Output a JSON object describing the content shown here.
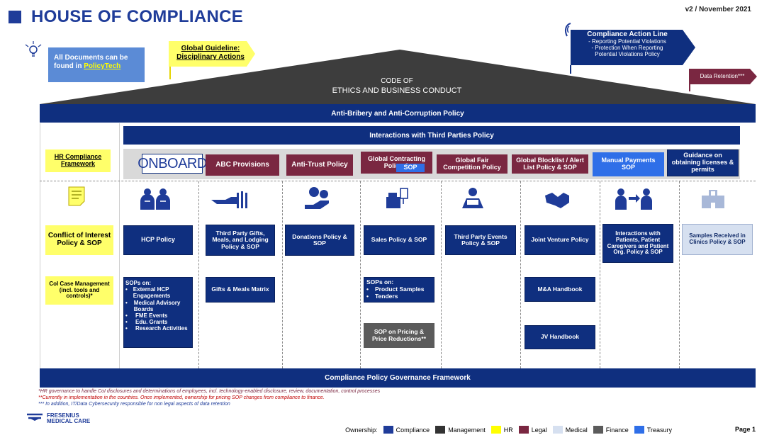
{
  "header": {
    "title": "HOUSE OF COMPLIANCE",
    "version": "v2 / November 2021"
  },
  "callouts": {
    "documents_text": "All Documents can be found in ",
    "documents_link": "PolicyTech",
    "global_guideline_line1": "Global Guideline:",
    "global_guideline_line2": "Disciplinary Actions",
    "action_line_title": "Compliance Action Line",
    "action_line_item1": "- Reporting Potential Violations",
    "action_line_item2": "- Protection When Reporting",
    "action_line_item3": "Potential Violations Policy",
    "data_retention": "Data Retention***"
  },
  "roof": {
    "line1": "CODE OF",
    "line2": "ETHICS AND BUSINESS CONDUCT"
  },
  "bands": {
    "anti_bribery": "Anti-Bribery and Anti-Corruption Policy",
    "third_parties": "Interactions with Third Parties Policy",
    "governance": "Compliance Policy Governance Framework"
  },
  "row_headers": {
    "hr_framework_line1": "HR Compliance",
    "hr_framework_line2": "Framework",
    "onboard_logo": "ONBOARD",
    "abc": "ABC Provisions",
    "antitrust": "Anti-Trust Policy",
    "global_contracting": "Global Contracting Policy &",
    "global_contracting_sop": "SOP",
    "fair_competition": "Global Fair Competition Policy",
    "blocklist": "Global Blocklist / Alert List Policy & SOP",
    "manual_payments": "Manual Payments SOP",
    "licenses": "Guidance on obtaining licenses & permits"
  },
  "pillars": {
    "conflict_of_interest": "Conflict of Interest Policy & SOP",
    "coi_case_mgmt": "CoI Case Management (incl. tools and controls)*",
    "hcp_policy": "HCP Policy",
    "hcp_sops_title": "SOPs on:",
    "hcp_sops": [
      "External HCP Engagements",
      "Medical Advisory Boards",
      "FME Events",
      "Edu. Grants",
      "Research Activities"
    ],
    "third_party_gifts": "Third Party Gifts, Meals, and Lodging Policy & SOP",
    "gifts_meals_matrix": "Gifts & Meals Matrix",
    "donations": "Donations Policy & SOP",
    "sales": "Sales Policy & SOP",
    "sales_sops_title": "SOPs on:",
    "sales_sops": [
      "Product Samples",
      "Tenders"
    ],
    "pricing": "SOP on Pricing & Price Reductions**",
    "third_party_events": "Third Party Events Policy & SOP",
    "joint_venture": "Joint Venture Policy",
    "ma_handbook": "M&A Handbook",
    "jv_handbook": "JV Handbook",
    "patients": "Interactions with Patients, Patient Caregivers and Patient Org. Policy & SOP",
    "samples_clinics": "Samples Received in Clinics Policy & SOP"
  },
  "footnotes": {
    "note1": "*HR governance to handle CoI disclosures and determinations of employees, incl. technology-enabled disclosure, review, documentation, control processes",
    "note2": "**Currently in implementation in the countries. Once implemented, ownership for pricing SOP changes from compliance to finance.",
    "note3": "*** In addition, IT/Data Cybersecurity responsible for non legal aspects of data retention"
  },
  "logo": {
    "line1": "FRESENIUS",
    "line2": "MEDICAL CARE"
  },
  "legend": {
    "label": "Ownership:",
    "items": [
      {
        "name": "Compliance",
        "color": "#1f3c99"
      },
      {
        "name": "Management",
        "color": "#333333"
      },
      {
        "name": "HR",
        "color": "#ffff00"
      },
      {
        "name": "Legal",
        "color": "#7a2741"
      },
      {
        "name": "Medical",
        "color": "#d6e0f0"
      },
      {
        "name": "Finance",
        "color": "#5b5b5b"
      },
      {
        "name": "Treasury",
        "color": "#2f6fe8"
      }
    ]
  },
  "footer": {
    "page": "Page 1"
  }
}
